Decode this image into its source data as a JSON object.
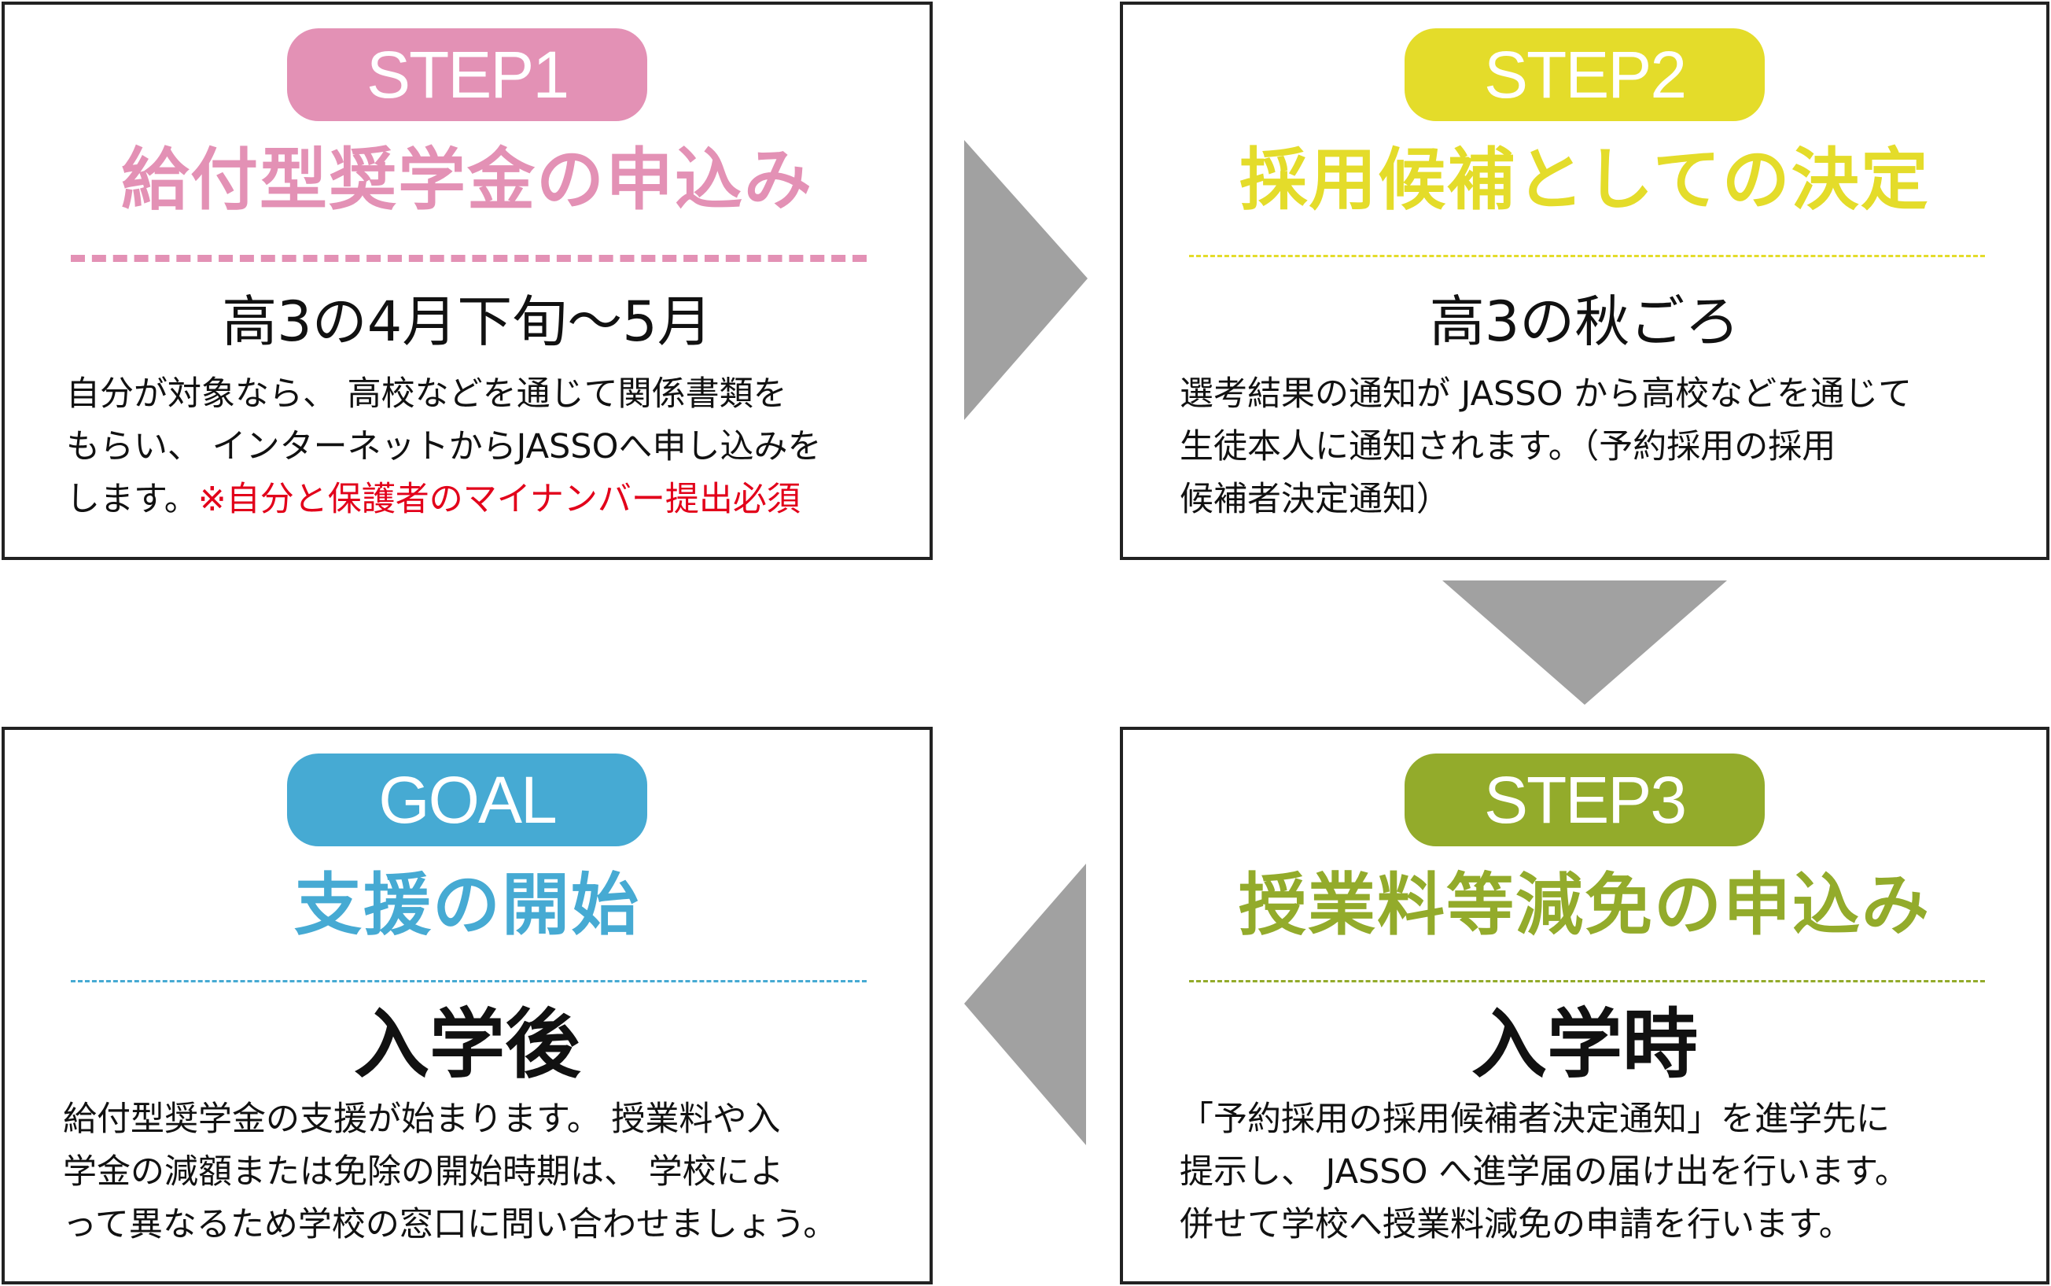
{
  "colors": {
    "step1": "#e391b5",
    "step2": "#e4dc2a",
    "step3": "#93ab2b",
    "goal": "#46aad3",
    "arrow": "#a1a1a1",
    "note_red": "#e2001a"
  },
  "steps": {
    "step1": {
      "badge": "STEP1",
      "title": "給付型奨学金の申込み",
      "subtitle": "高3の4月下旬〜5月",
      "lines": [
        "自分が対象なら、 高校などを通じて関係書類を",
        "もらい、 インターネットからJASSOへ申し込みを",
        "します。"
      ],
      "note": "※自分と保護者のマイナンバー提出必須"
    },
    "step2": {
      "badge": "STEP2",
      "title": "採用候補としての決定",
      "subtitle": "高3の秋ごろ",
      "lines": [
        "選考結果の通知が JASSO から高校などを通じて",
        "生徒本人に通知されます。（予約採用の採用",
        "候補者決定通知）"
      ]
    },
    "step3": {
      "badge": "STEP3",
      "title": "授業料等減免の申込み",
      "subtitle": "入学時",
      "lines": [
        "「予約採用の採用候補者決定通知」を進学先に",
        "提示し、 JASSO へ進学届の届け出を行います。",
        "併せて学校へ授業料減免の申請を行います。"
      ]
    },
    "goal": {
      "badge": "GOAL",
      "title": "支援の開始",
      "subtitle": "入学後",
      "lines": [
        "給付型奨学金の支援が始まります。 授業料や入",
        "学金の減額または免除の開始時期は、 学校によ",
        "って異なるため学校の窓口に問い合わせましょう。"
      ]
    }
  },
  "arrows": {
    "step1_to_step2": "triangle-right-arrow",
    "step2_to_step3": "triangle-down-arrow",
    "step3_to_goal": "triangle-left-arrow"
  }
}
